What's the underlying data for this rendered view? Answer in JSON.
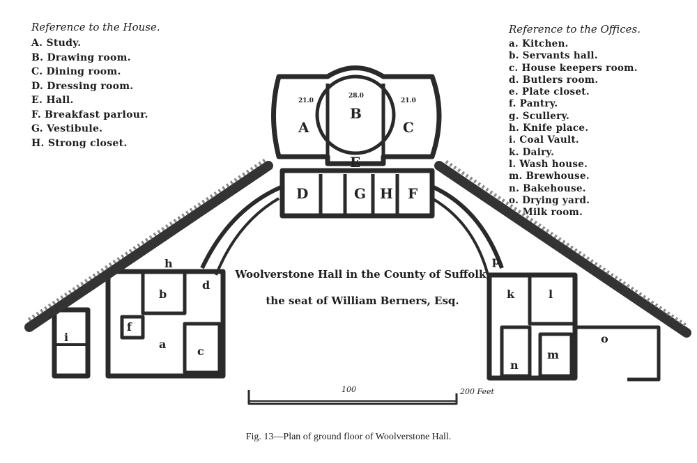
{
  "legend_house": {
    "title": "Reference to the House.",
    "items": [
      "A. Study.",
      "B. Drawing room.",
      "C. Dining room.",
      "D. Dressing room.",
      "E. Hall.",
      "F. Breakfast parlour.",
      "G. Vestibule.",
      "H. Strong closet."
    ]
  },
  "legend_offices": {
    "title": "Reference to the Offices.",
    "items": [
      "a. Kitchen.",
      "b. Servants hall.",
      "c. House keepers room.",
      "d. Butlers room.",
      "e. Plate closet.",
      "f. Pantry.",
      "g. Scullery.",
      "h. Knife place.",
      "i. Coal Vault.",
      "k. Dairy.",
      "l. Wash house.",
      "m. Brewhouse.",
      "n. Bakehouse.",
      "o. Drying yard.",
      "p. Milk room."
    ]
  },
  "plan": {
    "title_line1": "Woolverstone Hall in the County of Suffolk,",
    "title_line2": "the seat of William Berners, Esq.",
    "room_labels": {
      "A": "A",
      "B": "B",
      "C": "C",
      "D": "D",
      "E": "E",
      "F": "F",
      "G": "G",
      "H": "H"
    },
    "office_labels": {
      "a": "a",
      "b": "b",
      "c": "c",
      "d": "d",
      "f": "f",
      "h": "h",
      "i": "i",
      "k": "k",
      "l": "l",
      "m": "m",
      "n": "n",
      "o": "o",
      "p": "p"
    },
    "dimensions": {
      "a_room": "21.0",
      "b_room": "28.0",
      "c_room": "21.0"
    }
  },
  "scale": {
    "mid_label": "100",
    "end_label": "200 Feet"
  },
  "caption": "Fig. 13—Plan of ground floor of Woolverstone Hall."
}
